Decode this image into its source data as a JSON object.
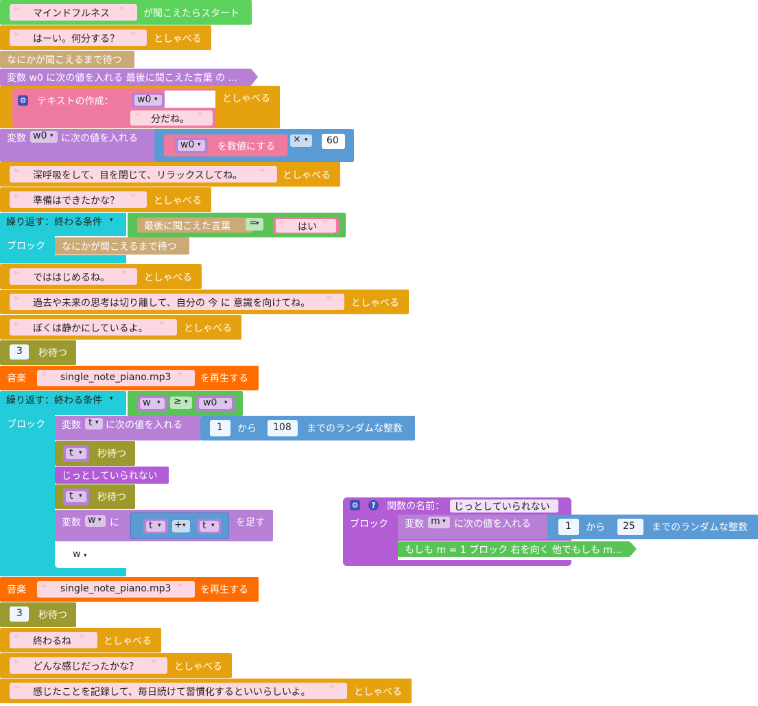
{
  "colors": {
    "looks": "#e6a10f",
    "event": "#5cd15c",
    "wait": "#ccaa77",
    "variable": "#b77fd6",
    "text": "#ee7b9f",
    "math": "#5b9bd5",
    "control": "#22ccd9",
    "logic": "#5ac358",
    "sound": "#ff6d00",
    "timer": "#9c9a2e",
    "function": "#b25cd6",
    "string_bg": "#fbd8e2"
  },
  "blocks": {
    "b1": {
      "phrase": "マインドフルネス",
      "suffix": "が聞こえたらスタート"
    },
    "b2": {
      "phrase": "はーい。何分する？",
      "suffix": "としゃべる"
    },
    "b3": {
      "label": "なにかが聞こえるまで待つ"
    },
    "b4": {
      "label": "変数 w0 に次の値を入れる 最後に聞こえた言葉 の ..."
    },
    "b5": {
      "create_label": "テキストの作成：",
      "var": "w0",
      "phrase": "分だね。",
      "suffix": "としゃべる"
    },
    "b6": {
      "prefix": "変数",
      "var": "w0",
      "mid": "に次の値を入れる",
      "inner_var": "w0",
      "to_number": "を数値にする",
      "op": "×",
      "num": "60"
    },
    "b7": {
      "phrase": "深呼吸をして、目を閉じて、リラックスしてね。",
      "suffix": "としゃべる"
    },
    "b8": {
      "phrase": "準備はできたかな？",
      "suffix": "としゃべる"
    },
    "b9": {
      "repeat": "繰り返す：終わる条件",
      "last_heard": "最後に聞こえた言葉",
      "eq": "=",
      "phrase": "はい",
      "block_label": "ブロック",
      "inner": "なにかが聞こえるまで待つ"
    },
    "b10": {
      "phrase": "でははじめるね。",
      "suffix": "としゃべる"
    },
    "b11": {
      "phrase": "過去や未来の思考は切り離して、自分の 今 に 意識を向けてね。",
      "suffix": "としゃべる"
    },
    "b12": {
      "phrase": "ぼくは静かにしているよ。",
      "suffix": "としゃべる"
    },
    "b13": {
      "num": "3",
      "suffix": "秒待つ"
    },
    "b14": {
      "prefix": "音楽",
      "file": "single_note_piano.mp3",
      "suffix": "を再生する"
    },
    "b15": {
      "repeat": "繰り返す：終わる条件",
      "cond_left": "w",
      "cond_op": "≥",
      "cond_right": "w0",
      "block_label": "ブロック",
      "set_prefix": "変数",
      "set_var": "t",
      "set_mid": "に次の値を入れる",
      "rand_from": "1",
      "rand_mid": "から",
      "rand_to": "108",
      "rand_suffix": "までのランダムな整数",
      "wait1_var": "t",
      "wait1_suffix": "秒待つ",
      "call": "じっとしていられない",
      "wait2_var": "t",
      "wait2_suffix": "秒待つ",
      "add_prefix": "変数",
      "add_var": "w",
      "add_mid": "に",
      "add_a": "t",
      "add_op": "+",
      "add_b": "t",
      "add_suffix": "を足す",
      "tail_var": "w"
    },
    "b16": {
      "prefix": "音楽",
      "file": "single_note_piano.mp3",
      "suffix": "を再生する"
    },
    "b17": {
      "num": "3",
      "suffix": "秒待つ"
    },
    "b18": {
      "phrase": "終わるね",
      "suffix": "としゃべる"
    },
    "b19": {
      "phrase": "どんな感じだったかな？",
      "suffix": "としゃべる"
    },
    "b20": {
      "phrase": "感じたことを記録して、毎日続けて習慣化するといいらしいよ。",
      "suffix": "としゃべる"
    }
  },
  "function": {
    "name_label": "関数の名前：",
    "name": "じっとしていられない",
    "block_label": "ブロック",
    "set_prefix": "変数",
    "set_var": "m",
    "set_mid": "に次の値を入れる",
    "rand_from": "1",
    "rand_mid": "から",
    "rand_to": "25",
    "rand_suffix": "までのランダムな整数",
    "ifelse": "もしも m = 1 ブロック 右を向く 他でもしも m..."
  },
  "glyphs": {
    "quote_open": "❝",
    "quote_close": "❞",
    "dropdown": "▾",
    "gear": "⚙",
    "help": "?"
  }
}
